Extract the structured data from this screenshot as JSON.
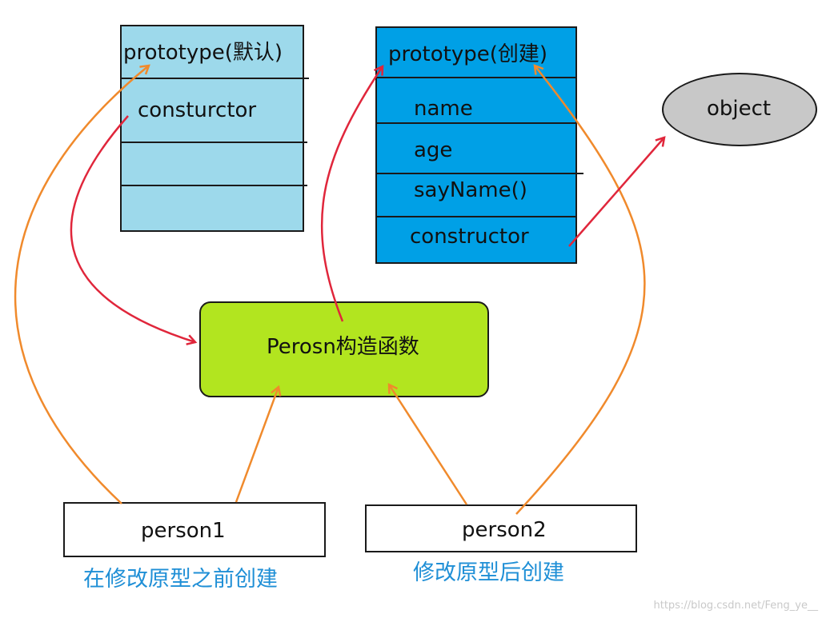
{
  "colors": {
    "proto_default_fill": "#9dd9eb",
    "proto_created_fill": "#00a0e6",
    "constructor_fill": "#b2e51f",
    "object_fill": "#c8c8c8",
    "orange_arrow": "#f08a2c",
    "red_arrow": "#e0263b",
    "caption_blue": "#1f8fd6"
  },
  "proto_default": {
    "title": "prototype(默认)",
    "items": [
      "consturctor"
    ]
  },
  "proto_created": {
    "title": "prototype(创建)",
    "items": [
      "name",
      "age",
      "sayName()",
      "constructor"
    ]
  },
  "constructor_node": {
    "label": "Perosn构造函数"
  },
  "object_node": {
    "label": "object"
  },
  "person1": {
    "label": "person1",
    "caption": "在修改原型之前创建"
  },
  "person2": {
    "label": "person2",
    "caption": "修改原型后创建"
  },
  "watermark": "https://blog.csdn.net/Feng_ye__"
}
